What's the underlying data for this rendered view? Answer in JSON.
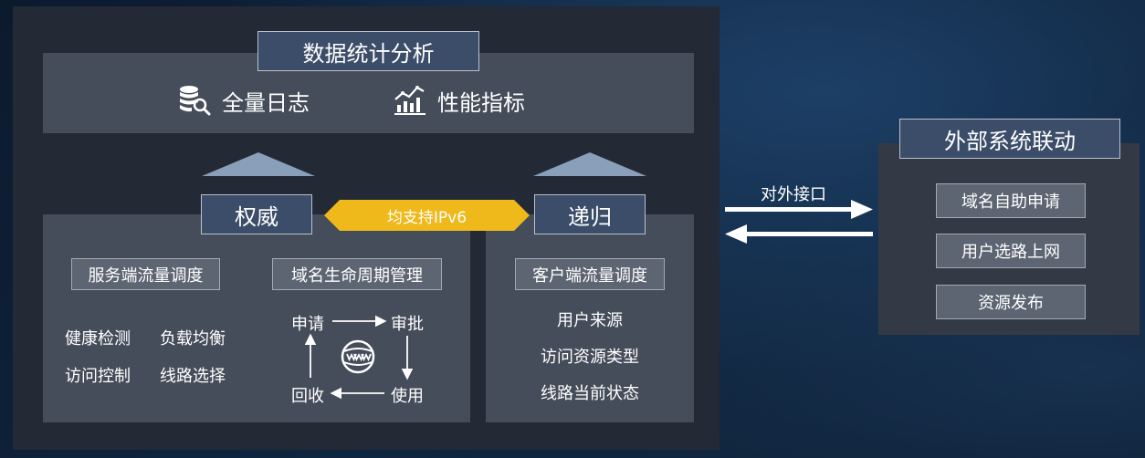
{
  "stats": {
    "title": "数据统计分析",
    "full_log": "全量日志",
    "perf_metrics": "性能指标"
  },
  "authority": {
    "title": "权威",
    "service_traffic": "服务端流量调度",
    "domain_lifecycle": "域名生命周期管理",
    "health_check": "健康检测",
    "load_balance": "负载均衡",
    "access_control": "访问控制",
    "line_select": "线路选择",
    "lifecycle": {
      "apply": "申请",
      "approve": "审批",
      "use": "使用",
      "recycle": "回收"
    }
  },
  "ipv6": {
    "label": "均支持IPv6"
  },
  "recursive": {
    "title": "递归",
    "client_traffic": "客户端流量调度",
    "items": [
      "用户来源",
      "访问资源类型",
      "线路当前状态"
    ]
  },
  "interface": {
    "label": "对外接口"
  },
  "external": {
    "title": "外部系统联动",
    "items": [
      "域名自助申请",
      "用户选路上网",
      "资源发布"
    ]
  },
  "colors": {
    "ipv6_yellow": "#efb81b",
    "title_box": "#3b4d69",
    "panel": "#454d5a",
    "triangle": "#8a9fb9"
  }
}
